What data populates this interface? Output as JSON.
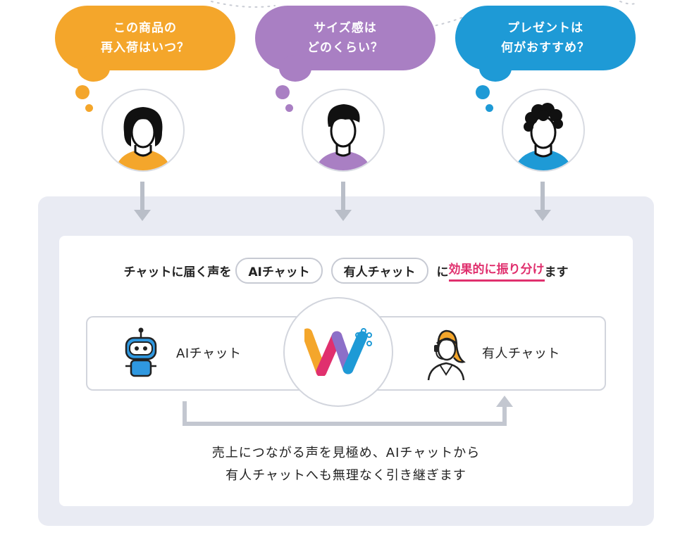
{
  "questions": [
    {
      "line1": "この商品の",
      "line2": "再入荷はいつ？",
      "color": "#f4a62b"
    },
    {
      "line1": "サイズ感は",
      "line2": "どのくらい？",
      "color": "#a97fc3"
    },
    {
      "line1": "プレゼントは",
      "line2": "何がおすすめ？",
      "color": "#1e9ad6"
    }
  ],
  "headline": {
    "prefix": "チャットに届く声を",
    "pill_ai": "AIチャット",
    "pill_human": "有人チャット",
    "mid": "に",
    "highlight": "効果的に振り分け",
    "suffix": "ます"
  },
  "panel": {
    "ai_label": "AIチャット",
    "human_label": "有人チャット"
  },
  "footer": {
    "line1": "売上につながる声を見極め、AIチャットから",
    "line2": "有人チャットへも無理なく引き継ぎます"
  },
  "colors": {
    "accent": "#e0306e",
    "orange": "#f4a62b",
    "purple": "#a97fc3",
    "blue": "#1e9ad6",
    "panel_bg": "#e9ebf3"
  }
}
